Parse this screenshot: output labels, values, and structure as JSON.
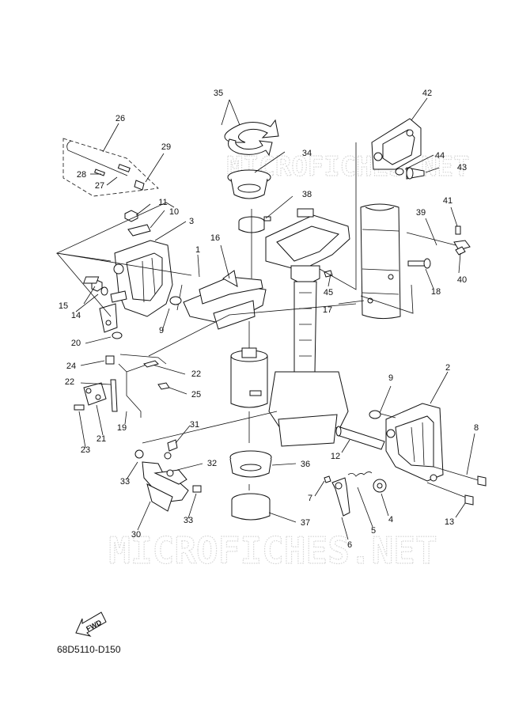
{
  "diagram": {
    "code": "68D5110-D150",
    "fwd_label": "FWD",
    "watermark": "MICROFICHES.NET",
    "callouts": {
      "c1": "1",
      "c2": "2",
      "c3": "3",
      "c4": "4",
      "c5": "5",
      "c6": "6",
      "c7": "7",
      "c8": "8",
      "c9a": "9",
      "c9b": "9",
      "c10": "10",
      "c11": "11",
      "c12": "12",
      "c13": "13",
      "c14": "14",
      "c15": "15",
      "c16": "16",
      "c17": "17",
      "c18": "18",
      "c19": "19",
      "c20": "20",
      "c21": "21",
      "c22a": "22",
      "c22b": "22",
      "c23": "23",
      "c24": "24",
      "c25": "25",
      "c26": "26",
      "c27": "27",
      "c28": "28",
      "c29": "29",
      "c30": "30",
      "c31": "31",
      "c32": "32",
      "c33a": "33",
      "c33b": "33",
      "c34": "34",
      "c35": "35",
      "c36": "36",
      "c37": "37",
      "c38": "38",
      "c39": "39",
      "c40": "40",
      "c41": "41",
      "c42": "42",
      "c43": "43",
      "c44": "44",
      "c45": "45"
    }
  }
}
